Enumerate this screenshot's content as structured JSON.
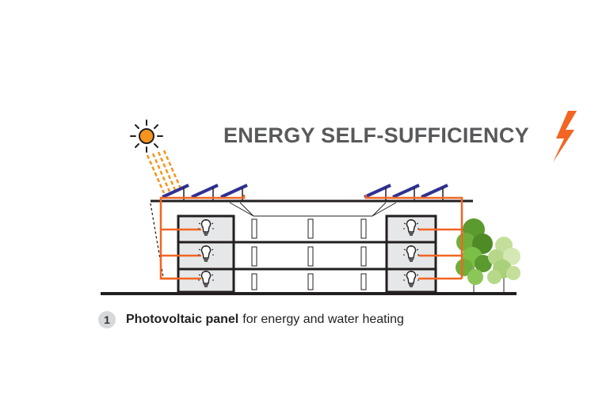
{
  "diagram": {
    "title": "ENERGY SELF-SUFFICIENCY",
    "caption": {
      "number": "1",
      "bold": "Photovoltaic panel",
      "rest": "for energy and water heating"
    },
    "icons": {
      "sun": "sun-icon",
      "lightning": "lightning-bolt-icon",
      "bulb": "lightbulb-icon",
      "panel": "solar-panel-icon",
      "tree": "tree-icon"
    },
    "colors": {
      "accent": "#f26522",
      "sun_fill": "#f7941d",
      "panel": "#2e3192",
      "wall": "#231f20",
      "unit_fill": "#e6e7e8",
      "text": "#58595b",
      "tree_dark": "#5a9a2e",
      "tree_light": "#c5df9b",
      "badge": "#d7d8da"
    }
  }
}
